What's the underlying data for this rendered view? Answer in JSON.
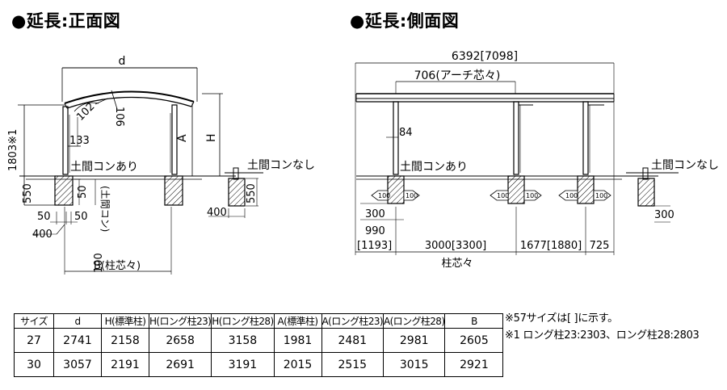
{
  "titles": {
    "front": "●延長:正面図",
    "side": "●延長:側面図"
  },
  "front_view": {
    "dim_d": "d",
    "dim_106": "106",
    "dim_102": "102",
    "dim_133": "133",
    "dim_1803": "1803※1",
    "dim_A": "A",
    "dim_H": "H",
    "label_with_concrete": "土間コンあり",
    "label_without_concrete": "土間コンなし",
    "dim_550_left": "550",
    "dim_50_vertical": "50",
    "dim_floor_concrete": "(土間コン)",
    "dim_50_left": "50",
    "dim_50_right": "50",
    "dim_400_left": "400",
    "dim_100": "100",
    "dim_550_right": "550",
    "dim_400_right": "400",
    "dim_B": "B(柱芯々)"
  },
  "side_view": {
    "dim_total": "6392[7098]",
    "dim_arch": "706(アーチ芯々)",
    "dim_84": "84",
    "label_with_concrete": "土間コンあり",
    "label_without_concrete": "土間コンなし",
    "arrow_label": "100",
    "dim_300_left": "300",
    "dim_300_right": "300",
    "dim_990": "990",
    "dim_1193": "[1193]",
    "dim_3000": "3000[3300]",
    "dim_1677": "1677[1880]",
    "dim_725": "725",
    "dim_pillar_center": "柱芯々"
  },
  "table": {
    "headers": [
      "サイズ",
      "d",
      "H(標準柱)",
      "H(ロング柱23)",
      "H(ロング柱28)",
      "A(標準柱)",
      "A(ロング柱23)",
      "A(ロング柱28)",
      "B"
    ],
    "rows": [
      [
        "27",
        "2741",
        "2158",
        "2658",
        "3158",
        "1981",
        "2481",
        "2981",
        "2605"
      ],
      [
        "30",
        "3057",
        "2191",
        "2691",
        "3191",
        "2015",
        "2515",
        "3015",
        "2921"
      ]
    ]
  },
  "notes": {
    "note1": "※57サイズは[ ]に示す。",
    "note2": "※1 ロング柱23:2303、ロング柱28:2803"
  }
}
